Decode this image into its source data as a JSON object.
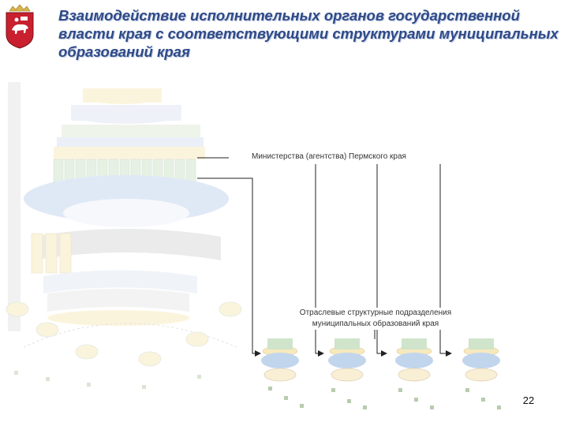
{
  "title": "Взаимодействие исполнительных органов государственной власти края с соответствующими структурами муниципальных образований края",
  "labels": {
    "ministries": "Министерства (агентства) Пермского края",
    "municipal_units_line1": "Отраслевые структурные подразделения",
    "municipal_units_line2": "муниципальных образований края"
  },
  "page_number": "22",
  "colors": {
    "title": "#2e4a88",
    "coat_red": "#c8202e",
    "line": "#222222"
  }
}
